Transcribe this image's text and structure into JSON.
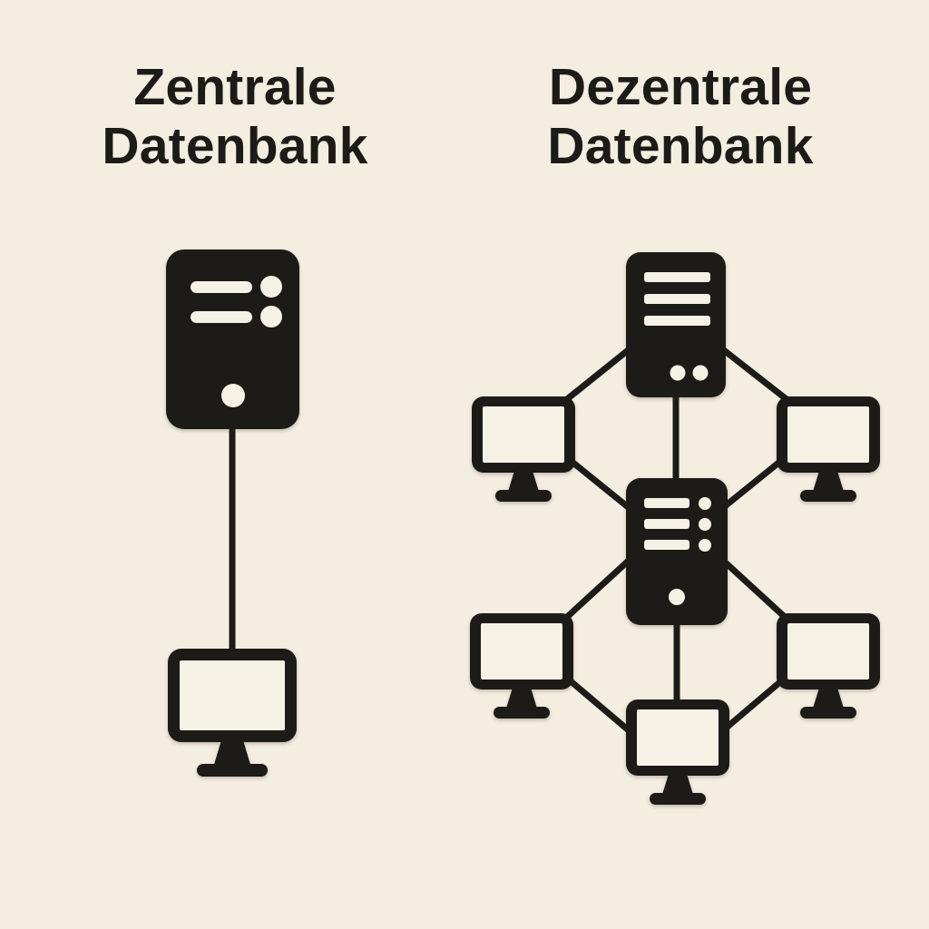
{
  "canvas": {
    "background": "#f4eee1",
    "ink": "#1d1b18",
    "paper": "#f6f1e5"
  },
  "left_panel": {
    "title": {
      "line1": "Zentrale",
      "line2": "Datenbank"
    },
    "nodes": [
      {
        "id": "central-server",
        "type": "server-icon"
      },
      {
        "id": "client",
        "type": "monitor-icon"
      }
    ],
    "connections": [
      {
        "from": "central-server",
        "to": "client"
      }
    ]
  },
  "right_panel": {
    "title": {
      "line1": "Dezentrale",
      "line2": "Datenbank"
    },
    "nodes": [
      {
        "id": "server-top",
        "type": "server-icon"
      },
      {
        "id": "server-middle",
        "type": "server-icon"
      },
      {
        "id": "client-top-left",
        "type": "monitor-icon"
      },
      {
        "id": "client-top-right",
        "type": "monitor-icon"
      },
      {
        "id": "client-bottom-left",
        "type": "monitor-icon"
      },
      {
        "id": "client-bottom-right",
        "type": "monitor-icon"
      },
      {
        "id": "client-bottom-center",
        "type": "monitor-icon"
      }
    ],
    "connections": [
      {
        "from": "server-top",
        "to": "client-top-left"
      },
      {
        "from": "server-top",
        "to": "client-top-right"
      },
      {
        "from": "server-top",
        "to": "server-middle"
      },
      {
        "from": "client-top-left",
        "to": "server-middle"
      },
      {
        "from": "client-top-right",
        "to": "server-middle"
      },
      {
        "from": "server-middle",
        "to": "client-bottom-left"
      },
      {
        "from": "server-middle",
        "to": "client-bottom-right"
      },
      {
        "from": "server-middle",
        "to": "client-bottom-center"
      },
      {
        "from": "client-bottom-left",
        "to": "client-bottom-center"
      },
      {
        "from": "client-bottom-right",
        "to": "client-bottom-center"
      }
    ]
  }
}
